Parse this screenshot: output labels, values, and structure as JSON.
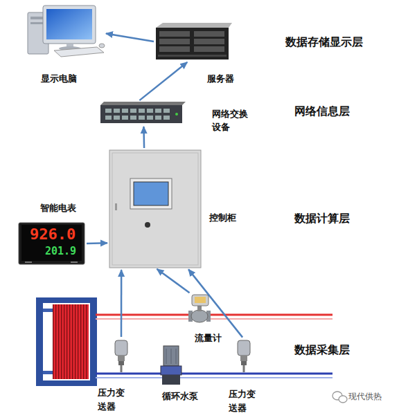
{
  "diagram": {
    "nodes": [
      {
        "text": [
          "显示电脑"
        ]
      },
      {
        "text": [
          "服务器"
        ]
      },
      {
        "text": [
          "网络交换 设备"
        ]
      },
      {
        "text": [
          "智能电表",
          "926.0",
          "201.9"
        ]
      },
      {
        "text": [
          "控制柜"
        ]
      },
      {
        "text": [
          "流量计"
        ]
      },
      {
        "text": [
          "压力变 送器"
        ]
      },
      {
        "text": [
          "循环水泵"
        ]
      },
      {
        "text": [
          "压力变 送器"
        ]
      }
    ],
    "edges": [
      {
        "from": 1,
        "to": 0,
        "arrow": "to"
      },
      {
        "from": 2,
        "to": 1,
        "arrow": "to"
      },
      {
        "from": 4,
        "to": 2,
        "arrow": "to"
      },
      {
        "from": 3,
        "to": 4,
        "arrow": "to"
      },
      {
        "from": 6,
        "to": 4,
        "arrow": "to"
      },
      {
        "from": 5,
        "to": 4,
        "arrow": "to"
      },
      {
        "from": 8,
        "to": 4,
        "arrow": "to"
      }
    ],
    "labels": [
      "数据存储显示层",
      "网络信息层",
      "数据计算层",
      "数据采集层",
      "现代供热"
    ]
  }
}
